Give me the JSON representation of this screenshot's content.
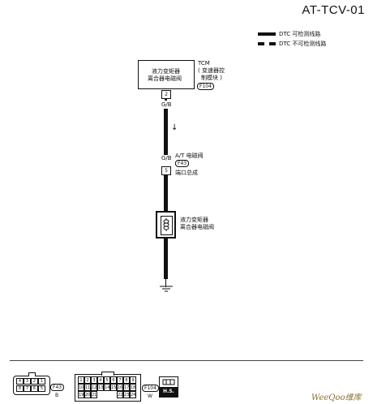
{
  "title": "AT-TCV-01",
  "legend": {
    "detectable": "DTC 可检测线路",
    "non_detectable": "DTC 不可检测线路"
  },
  "tcm": {
    "label": "TCM",
    "sublabel_1": "( 变速器控",
    "sublabel_2": "制模块 )",
    "inner_1": "液力变矩器",
    "inner_2": "离合器电磁阀",
    "connector": "F104",
    "pin": "2"
  },
  "wire_color_top": "G/B",
  "wire_color_mid": "G/B",
  "solenoid_connector": {
    "label": "A/T 电磁阀",
    "connector": "F43",
    "pin": "5",
    "bus": "端口总成"
  },
  "solenoid": {
    "line1": "液力变矩器",
    "line2": "离合器电磁阀"
  },
  "bottom": {
    "left_connector": "F43",
    "left_color": "B",
    "left_pins_top": [
      "4",
      "3",
      "2",
      "1"
    ],
    "left_pins_bottom": [
      "8",
      "7",
      "6",
      "5"
    ],
    "right_connector": "F104",
    "right_color": "W",
    "grid_row1": [
      "1",
      "2",
      "3",
      "4",
      "5",
      "6",
      "7",
      "8",
      "9"
    ],
    "grid_row2": [
      "10",
      "11",
      "12",
      "13",
      "14",
      "15",
      "16",
      "17",
      "18"
    ],
    "grid_row3": [
      "19",
      "20",
      "21",
      "",
      "",
      "",
      "22",
      "23",
      "24"
    ],
    "hs_label": "H.S."
  },
  "watermark": "WeeQoo维库"
}
